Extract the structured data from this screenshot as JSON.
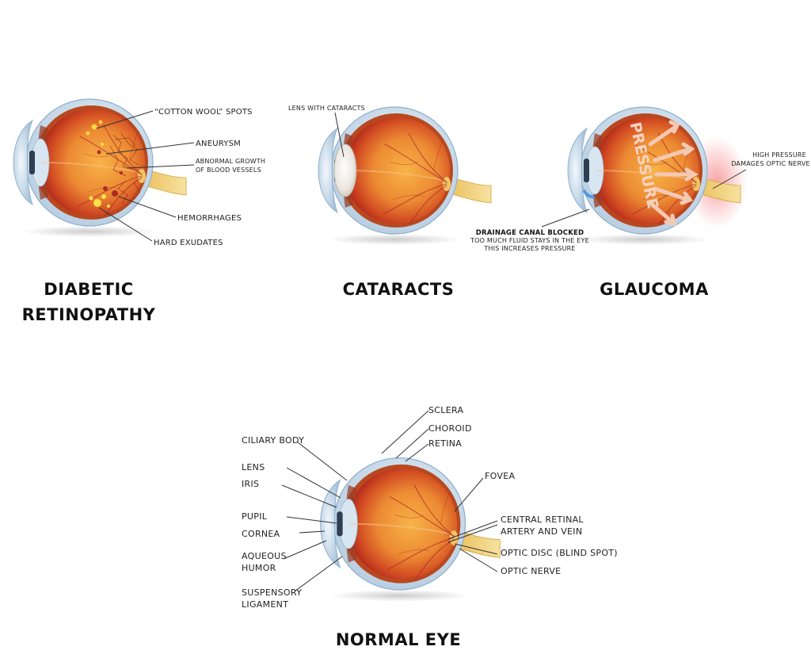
{
  "panels": {
    "diabetic": {
      "title_line1": "DIABETIC",
      "title_line2": "RETINOPATHY",
      "labels": {
        "cotton_wool": "“COTTON WOOL” SPOTS",
        "aneurysm": "ANEURYSM",
        "abnormal_growth_1": "ABNORMAL GROWTH",
        "abnormal_growth_2": "OF BLOOD VESSELS",
        "hemorrhages": "HEMORRHAGES",
        "hard_exudates": "HARD EXUDATES"
      }
    },
    "cataracts": {
      "title": "CATARACTS",
      "labels": {
        "lens_with_cataracts": "LENS WITH CATARACTS"
      }
    },
    "glaucoma": {
      "title": "GLAUCOMA",
      "pressure_text": "PRESSURE",
      "labels": {
        "high_pressure_1": "HIGH PRESSURE",
        "high_pressure_2": "DAMAGES  OPTIC NERVE",
        "drainage_blocked": "DRAINAGE CANAL BLOCKED",
        "drainage_note_1": "TOO MUCH FLUID STAYS IN THE EYE",
        "drainage_note_2": "THIS INCREASES PRESSURE"
      }
    },
    "normal": {
      "title": "NORMAL EYE",
      "labels": {
        "sclera": "SCLERA",
        "choroid": "CHOROID",
        "retina": "RETINA",
        "ciliary_body": "CILIARY BODY",
        "lens": "LENS",
        "iris": "IRIS",
        "fovea": "FOVEA",
        "pupil": "PUPIL",
        "cornea": "CORNEA",
        "central_retinal_1": "CENTRAL RETINAL",
        "central_retinal_2": "ARTERY AND VEIN",
        "aqueous_1": "AQUEOUS",
        "aqueous_2": "HUMOR",
        "optic_disc": "OPTIC DISC (BLIND SPOT)",
        "optic_nerve": "OPTIC NERVE",
        "suspensory_1": "SUSPENSORY",
        "suspensory_2": "LIGAMENT"
      }
    }
  },
  "colors": {
    "sclera": "#cfe0ee",
    "retina_center": "#f6a640",
    "retina_edge": "#c6331d",
    "vessel": "#a8242b",
    "optic_nerve": "#f2d27a",
    "exudate": "#ffe14a",
    "pressure_arrow": "#f4c9b4"
  }
}
